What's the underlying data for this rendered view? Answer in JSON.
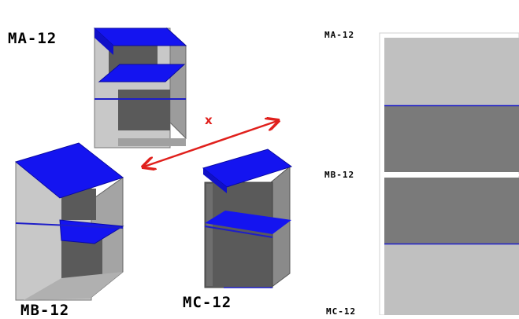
{
  "left_view": {
    "labels": {
      "ma": "MA-12",
      "mb": "MB-12",
      "mc": "MC-12",
      "x": "x"
    },
    "colors": {
      "shelf_top": "#1414f0",
      "cabinet_side": "#b4b4b4",
      "cabinet_front_frame": "#c8c8c8",
      "cabinet_interior": "#5a5a5a",
      "arrow": "#e0201c"
    }
  },
  "right_view": {
    "labels": {
      "top": "MA-12",
      "middle": "MB-12",
      "bottom": "MC-12"
    },
    "colors": {
      "light_panel": "#c0c0c0",
      "dark_panel": "#7a7a7a",
      "divider_line": "#1e1ec8"
    }
  }
}
